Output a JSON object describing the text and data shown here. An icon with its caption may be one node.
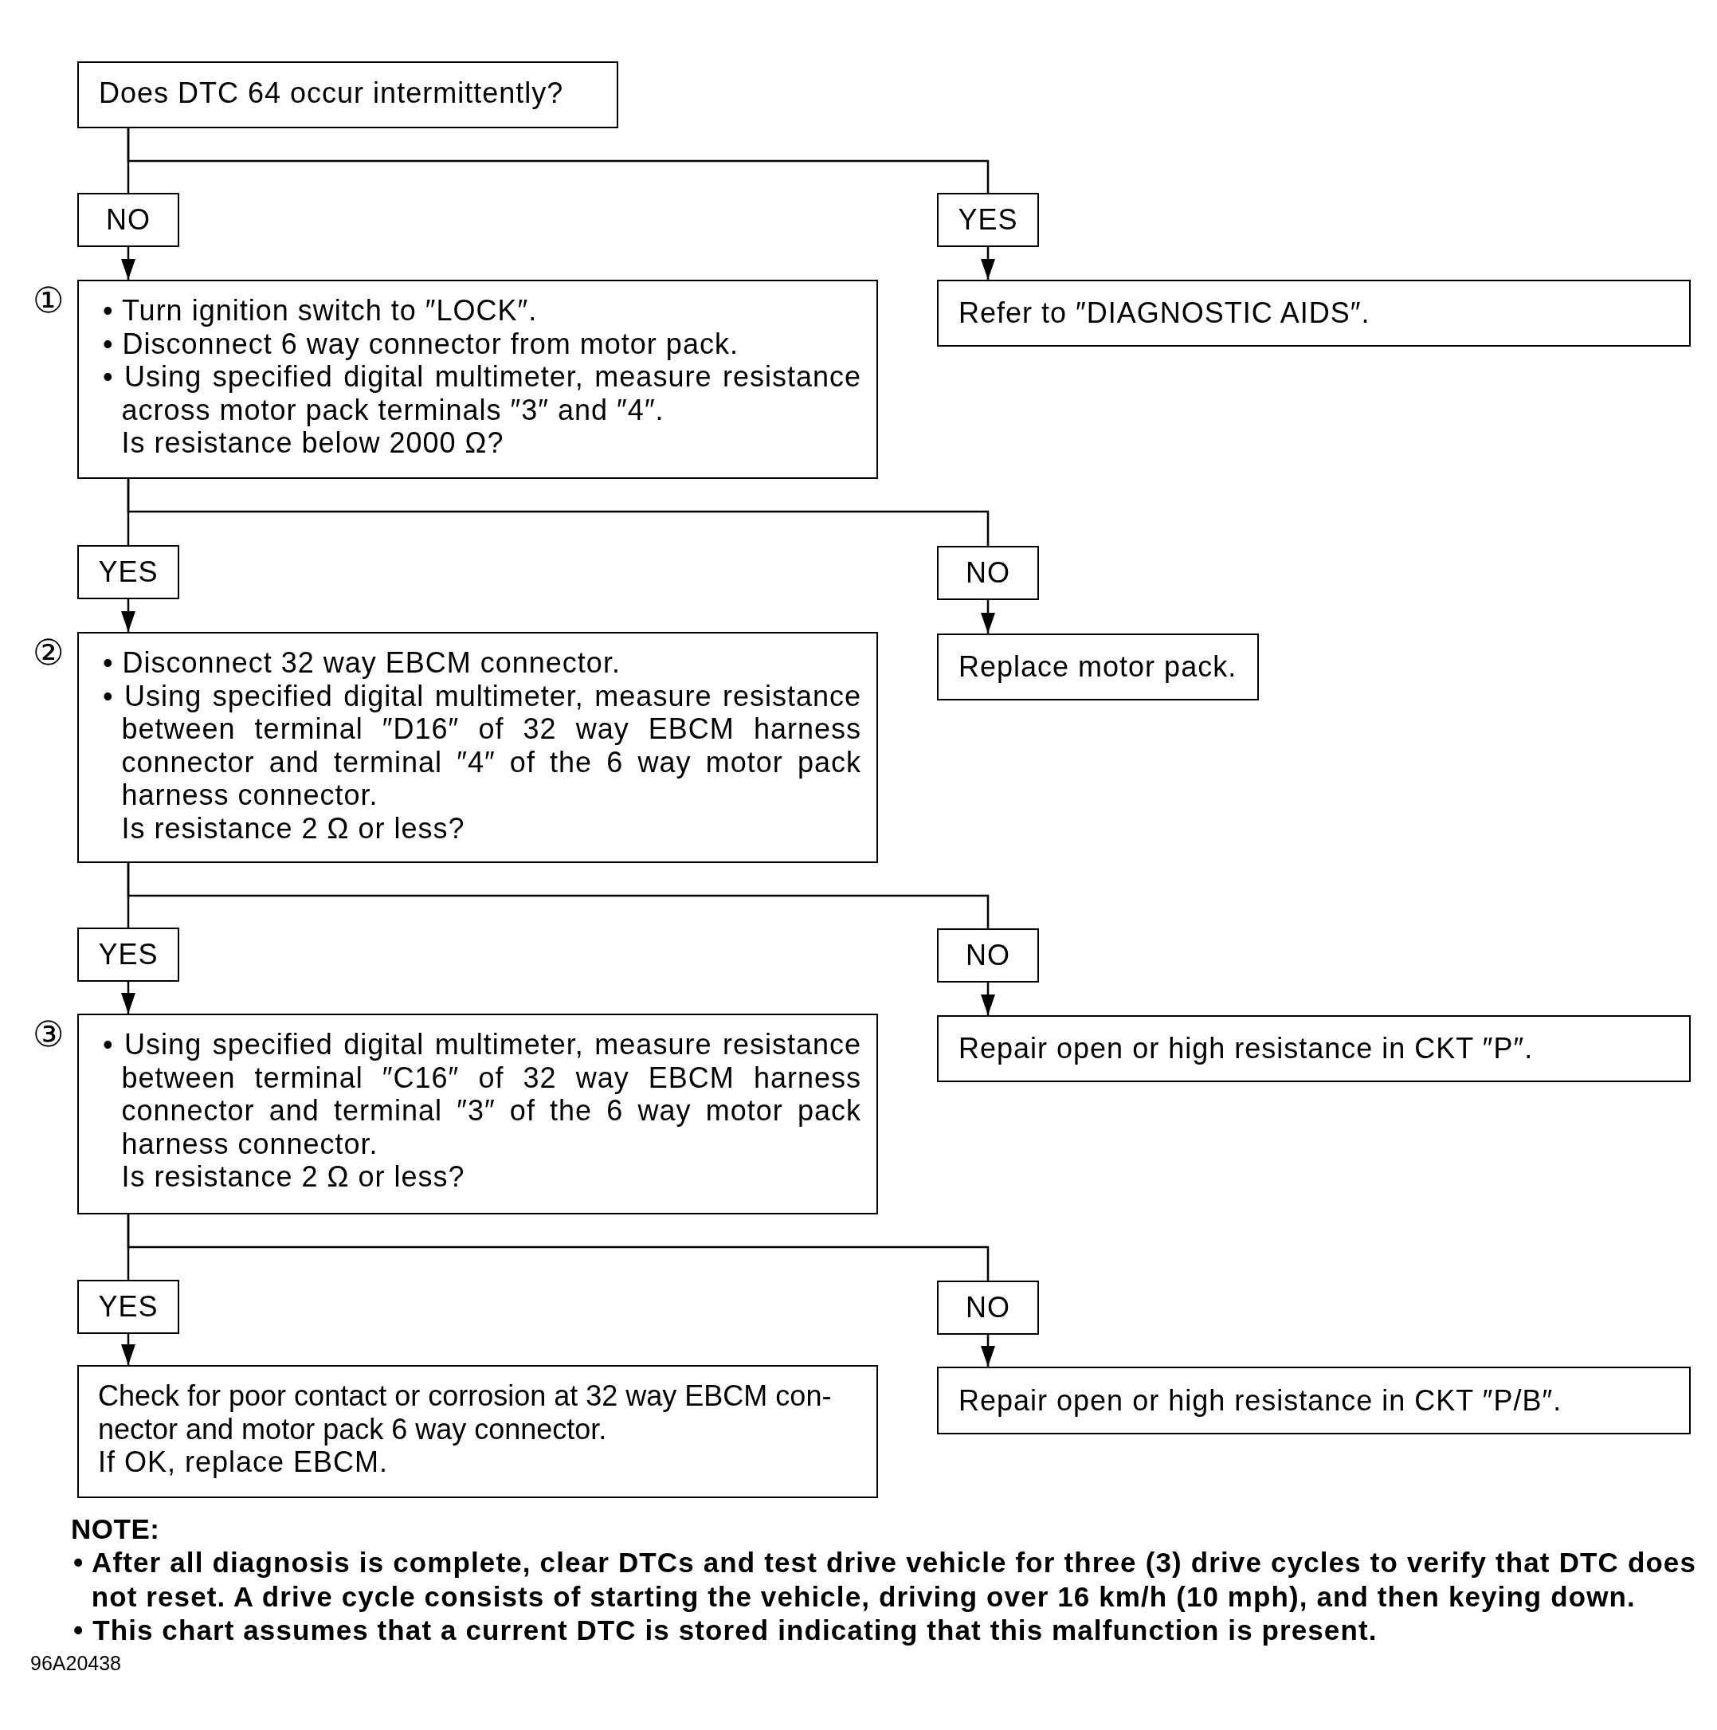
{
  "diagram": {
    "nodes": [
      {
        "text": [
          "Does DTC 64 occur intermittently?"
        ]
      },
      {
        "text": [
          "NO"
        ]
      },
      {
        "text": [
          "YES"
        ]
      },
      {
        "text": [
          "• Turn ignition switch to ″LOCK″.",
          "• Disconnect 6 way connector from motor pack.",
          "• Using specified digital multimeter, measure resistance across motor pack terminals ″3″ and ″4″.",
          "Is resistance below 2000 Ω?"
        ],
        "beside": [
          "①"
        ]
      },
      {
        "text": [
          "Refer to ″DIAGNOSTIC AIDS″."
        ]
      },
      {
        "text": [
          "YES"
        ]
      },
      {
        "text": [
          "NO"
        ]
      },
      {
        "text": [
          "• Disconnect 32 way EBCM connector.",
          "• Using specified digital multimeter, measure resistance between terminal ″D16″ of 32 way EBCM harness connector and terminal ″4″ of the 6 way motor pack harness connector.",
          "Is resistance 2 Ω or less?"
        ],
        "beside": [
          "②"
        ]
      },
      {
        "text": [
          "Replace motor pack."
        ]
      },
      {
        "text": [
          "YES"
        ]
      },
      {
        "text": [
          "NO"
        ]
      },
      {
        "text": [
          "• Using specified digital multimeter, measure resistance between terminal ″C16″ of 32 way EBCM harness connector and terminal ″3″ of the 6 way motor pack harness connector.",
          "Is resistance 2 Ω or less?"
        ],
        "beside": [
          "③"
        ]
      },
      {
        "text": [
          "Repair open or high resistance in CKT ″P″."
        ]
      },
      {
        "text": [
          "YES"
        ]
      },
      {
        "text": [
          "NO"
        ]
      },
      {
        "text": [
          "Check for poor contact or corrosion at 32 way EBCM con- nector and motor pack 6 way connector.",
          "If OK, replace EBCM."
        ]
      },
      {
        "text": [
          "Repair open or high resistance in CKT ″P/B″."
        ]
      }
    ],
    "edges": [
      {
        "from": 0,
        "to": 1,
        "arrow": "none"
      },
      {
        "from": 0,
        "to": 2,
        "arrow": "none"
      },
      {
        "from": 1,
        "to": 3,
        "arrow": "to"
      },
      {
        "from": 2,
        "to": 4,
        "arrow": "to"
      },
      {
        "from": 3,
        "to": 5,
        "arrow": "none"
      },
      {
        "from": 3,
        "to": 6,
        "arrow": "none"
      },
      {
        "from": 5,
        "to": 7,
        "arrow": "to"
      },
      {
        "from": 6,
        "to": 8,
        "arrow": "to"
      },
      {
        "from": 7,
        "to": 9,
        "arrow": "none"
      },
      {
        "from": 7,
        "to": 10,
        "arrow": "none"
      },
      {
        "from": 9,
        "to": 11,
        "arrow": "to"
      },
      {
        "from": 10,
        "to": 12,
        "arrow": "to"
      },
      {
        "from": 11,
        "to": 13,
        "arrow": "none"
      },
      {
        "from": 11,
        "to": 14,
        "arrow": "none"
      },
      {
        "from": 13,
        "to": 15,
        "arrow": "to"
      },
      {
        "from": 14,
        "to": 16,
        "arrow": "to"
      }
    ],
    "labels": [
      "NOTE:",
      "• After all diagnosis is complete, clear DTCs and test drive vehicle for three (3) drive cycles to verify that DTC does not reset. A drive cycle consists of starting the vehicle, driving over 16 km/h (10 mph), and then keying down.",
      "• This chart assumes that a current DTC is stored indicating that this malfunction is present.",
      "96A20438"
    ]
  }
}
